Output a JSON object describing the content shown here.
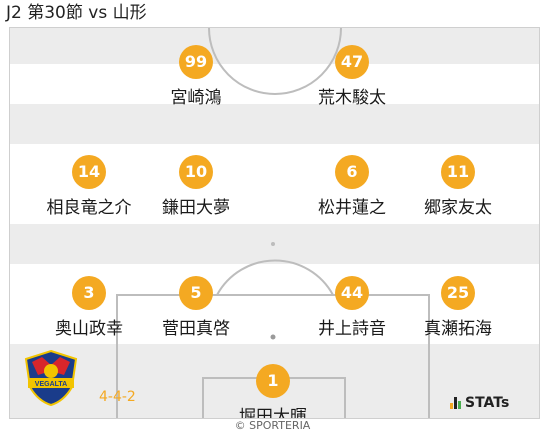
{
  "title": "J2 第30節 vs 山形",
  "formation": "4-4-2",
  "stats_label": "STATs",
  "footer": "© SPORTERIA",
  "crest": {
    "text": "VEGALTA",
    "icon": "team-crest"
  },
  "colors": {
    "badge": "#f4a922",
    "crest_gold": "#f2c400",
    "crest_blue": "#1a3c8a",
    "crest_red": "#d7262b"
  },
  "players": {
    "fw1": {
      "number": "99",
      "name": "宮崎鴻"
    },
    "fw2": {
      "number": "47",
      "name": "荒木駿太"
    },
    "mf1": {
      "number": "14",
      "name": "相良竜之介"
    },
    "mf2": {
      "number": "10",
      "name": "鎌田大夢"
    },
    "mf3": {
      "number": "6",
      "name": "松井蓮之"
    },
    "mf4": {
      "number": "11",
      "name": "郷家友太"
    },
    "df1": {
      "number": "3",
      "name": "奥山政幸"
    },
    "df2": {
      "number": "5",
      "name": "菅田真啓"
    },
    "df3": {
      "number": "44",
      "name": "井上詩音"
    },
    "df4": {
      "number": "25",
      "name": "真瀬拓海"
    },
    "gk": {
      "number": "1",
      "name": "堀田大暉"
    }
  }
}
